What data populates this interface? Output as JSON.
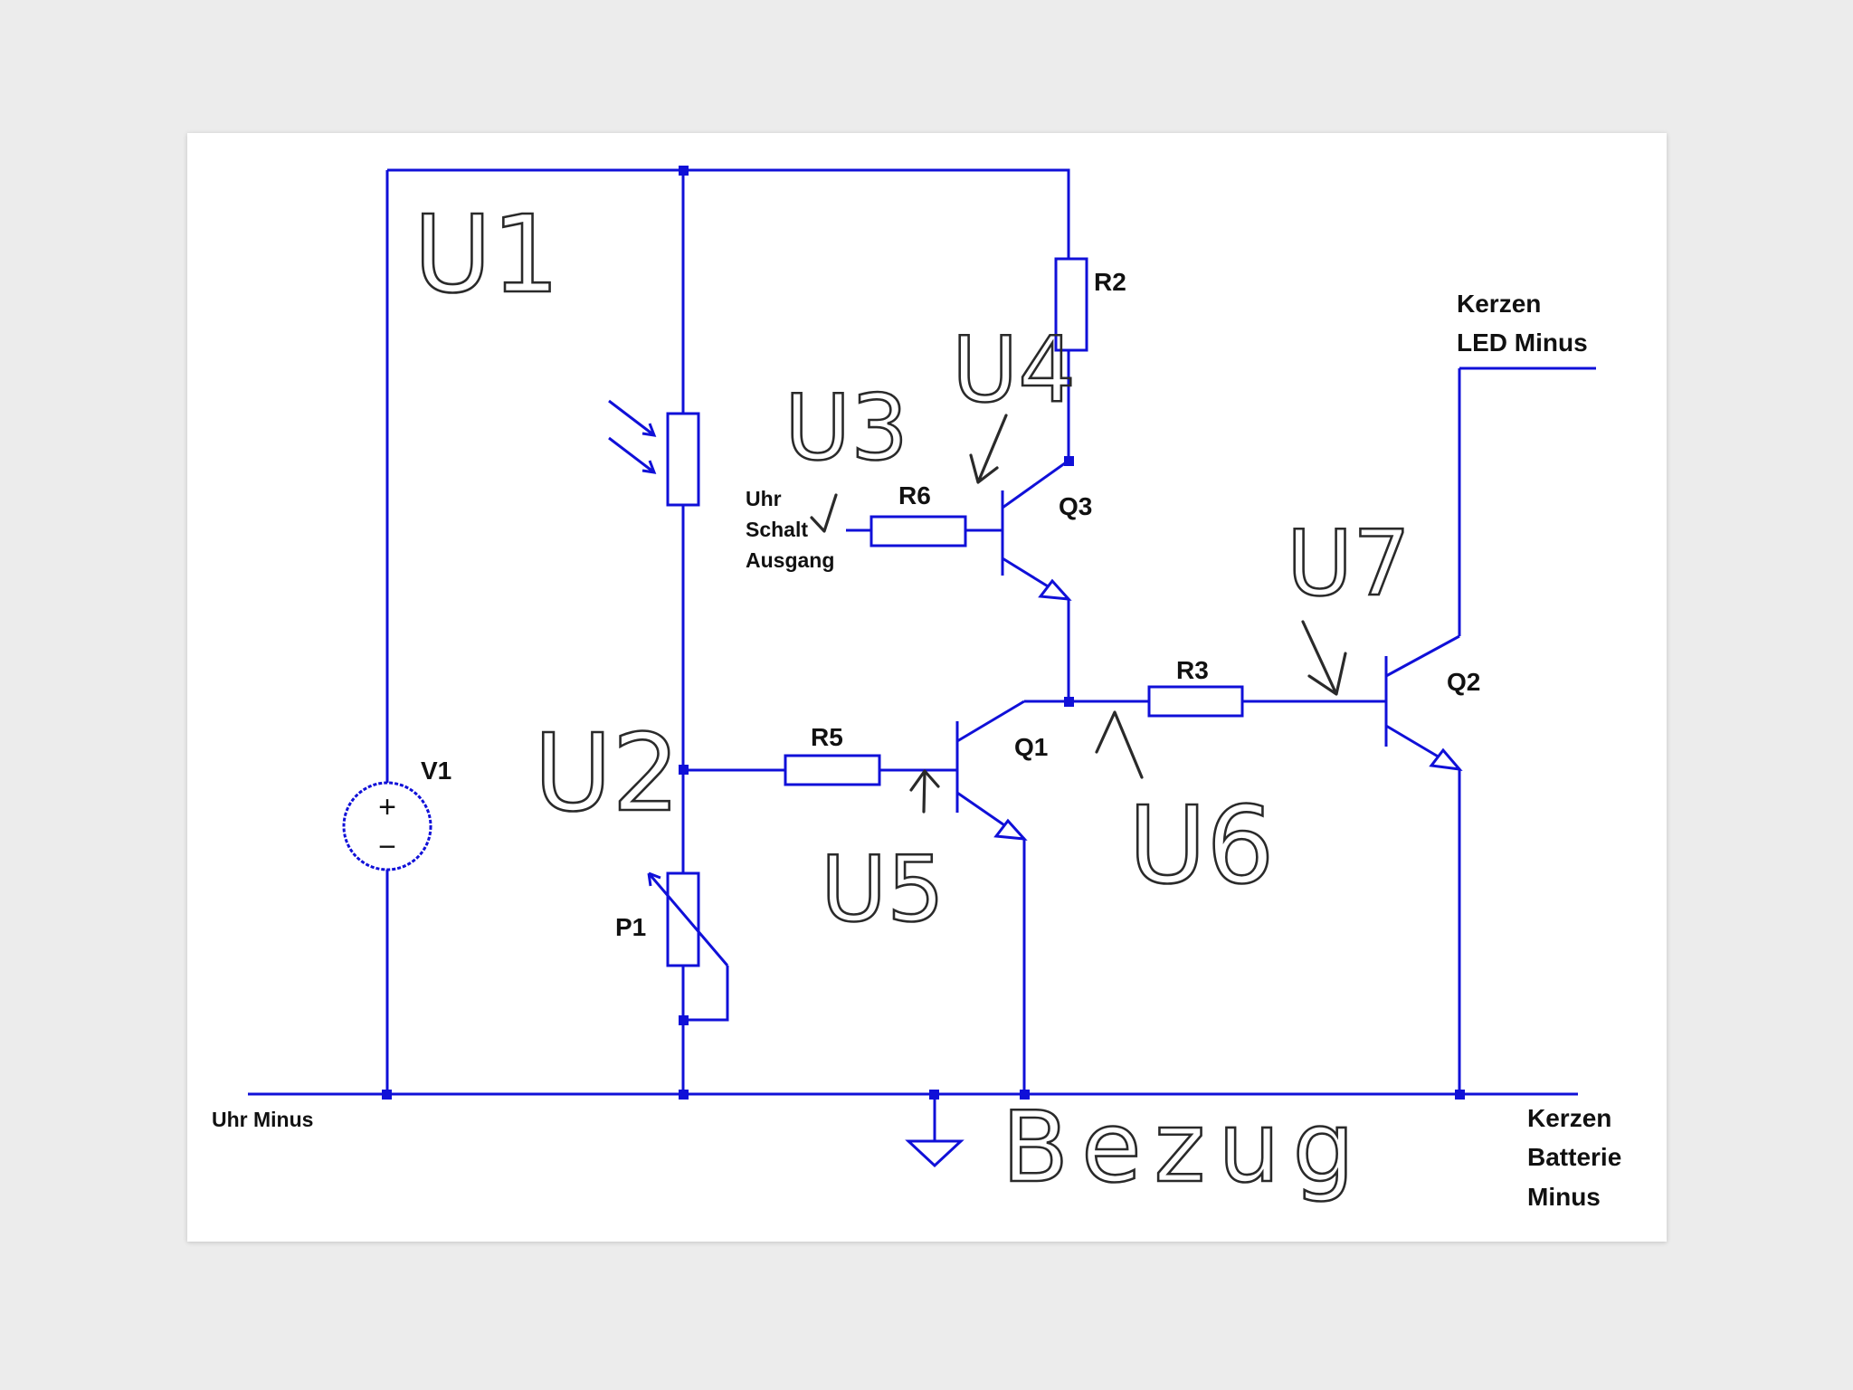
{
  "diagram": {
    "components": {
      "r2": "R2",
      "r6": "R6",
      "r5": "R5",
      "r3": "R3",
      "q1": "Q1",
      "q2": "Q2",
      "q3": "Q3",
      "v1": "V1",
      "p1": "P1"
    },
    "labels": {
      "clock_switch_line1": "Uhr",
      "clock_switch_line2": "Schalt",
      "clock_switch_line3": "Ausgang",
      "candles_led_line1": "Kerzen",
      "candles_led_line2": "LED Minus",
      "clock_minus": "Uhr Minus",
      "candles_battery_line1": "Kerzen",
      "candles_battery_line2": "Batterie",
      "candles_battery_line3": "Minus",
      "source_plus": "+",
      "source_minus": "−"
    },
    "handwritten": {
      "u1": "U1",
      "u2": "U2",
      "u3": "U3",
      "u4": "U4",
      "u5": "U5",
      "u6": "U6",
      "u7": "U7",
      "reference": "Bezug"
    },
    "colors": {
      "wire": "#1010d8",
      "handwriting": "#2a2a2a",
      "background": "#ececec",
      "sheet": "#ffffff"
    }
  }
}
